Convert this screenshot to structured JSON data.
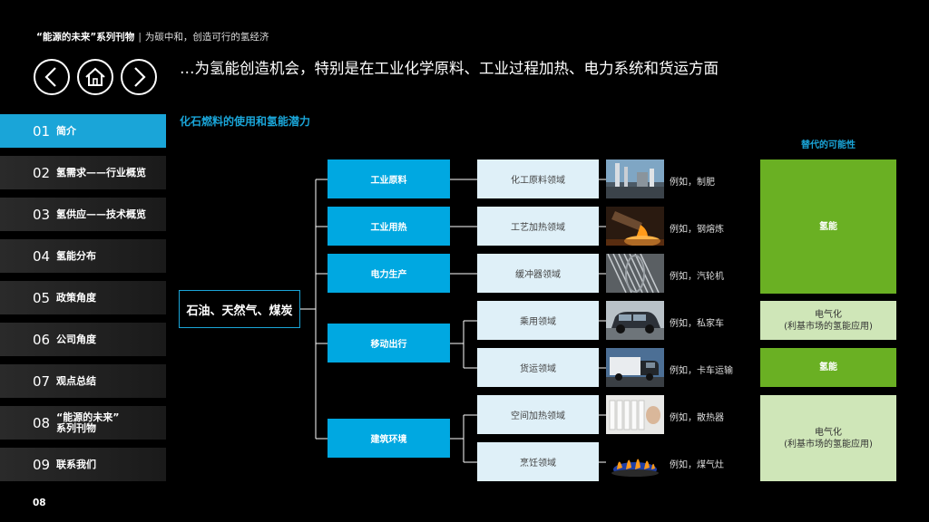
{
  "header": {
    "series": "“能源的未来”系列刊物",
    "separator": "|",
    "tagline": "为碳中和，创造可行的氢经济"
  },
  "page_title": "…为氢能创造机会，特别是在工业化学原料、工业过程加热、电力系统和货运方面",
  "sidebar": {
    "items": [
      {
        "num": "01",
        "label": "简介",
        "active": true
      },
      {
        "num": "02",
        "label": "氢需求——行业概览"
      },
      {
        "num": "03",
        "label": "氢供应——技术概览"
      },
      {
        "num": "04",
        "label": "氢能分布"
      },
      {
        "num": "05",
        "label": "政策角度"
      },
      {
        "num": "06",
        "label": "公司角度"
      },
      {
        "num": "07",
        "label": "观点总结"
      },
      {
        "num": "08",
        "label": "“能源的未来”",
        "label2": "系列刊物"
      },
      {
        "num": "09",
        "label": "联系我们"
      }
    ]
  },
  "page_number": "08",
  "section_title": "化石燃料的使用和氢能潜力",
  "alt_header": "替代的可能性",
  "root": "石油、天然气、煤炭",
  "categories": [
    "工业原料",
    "工业用热",
    "电力生产",
    "移动出行",
    "建筑环境"
  ],
  "fields": [
    "化工原料领域",
    "工艺加热领域",
    "缓冲器领域",
    "乘用领域",
    "货运领域",
    "空间加热领域",
    "烹饪领域"
  ],
  "examples": [
    "例如，制肥",
    "例如，钢熔炼",
    "例如，汽轮机",
    "例如，私家车",
    "例如，卡车运输",
    "例如，散热器",
    "例如，煤气灶"
  ],
  "alternatives": [
    {
      "label": "氢能"
    },
    {
      "label": "电气化",
      "label2": "(利基市场的氢能应用)"
    },
    {
      "label": "氢能"
    },
    {
      "label": "电气化",
      "label2": "(利基市场的氢能应用)"
    }
  ],
  "colors": {
    "accent": "#1aa5d8",
    "category": "#00a8e1",
    "field": "#dff0f8",
    "green": "#6ab023",
    "light_green": "#cfe6b8"
  },
  "icons": [
    "back-arrow-icon",
    "home-icon",
    "forward-arrow-icon"
  ]
}
